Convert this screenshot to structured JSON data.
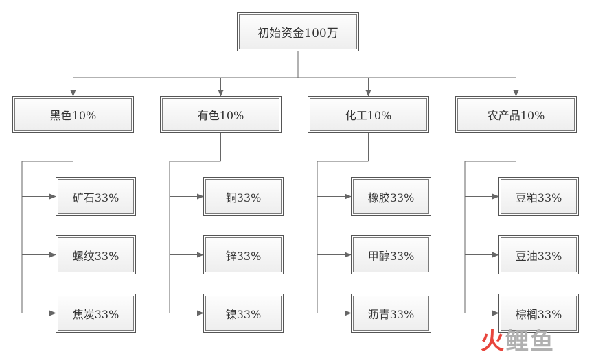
{
  "root": {
    "label": "初始资金100万"
  },
  "categories": [
    {
      "label": "黑色10%",
      "children": [
        "矿石33%",
        "螺纹33%",
        "焦炭33%"
      ]
    },
    {
      "label": "有色10%",
      "children": [
        "铜33%",
        "锌33%",
        "镍33%"
      ]
    },
    {
      "label": "化工10%",
      "children": [
        "橡胶33%",
        "甲醇33%",
        "沥青33%"
      ]
    },
    {
      "label": "农产品10%",
      "children": [
        "豆粕33%",
        "豆油33%",
        "棕榈33%"
      ]
    }
  ],
  "watermark": {
    "part1": "火",
    "part2": "鲤鱼"
  },
  "colors": {
    "line": "#666666",
    "border": "#555555",
    "text": "#333333"
  }
}
